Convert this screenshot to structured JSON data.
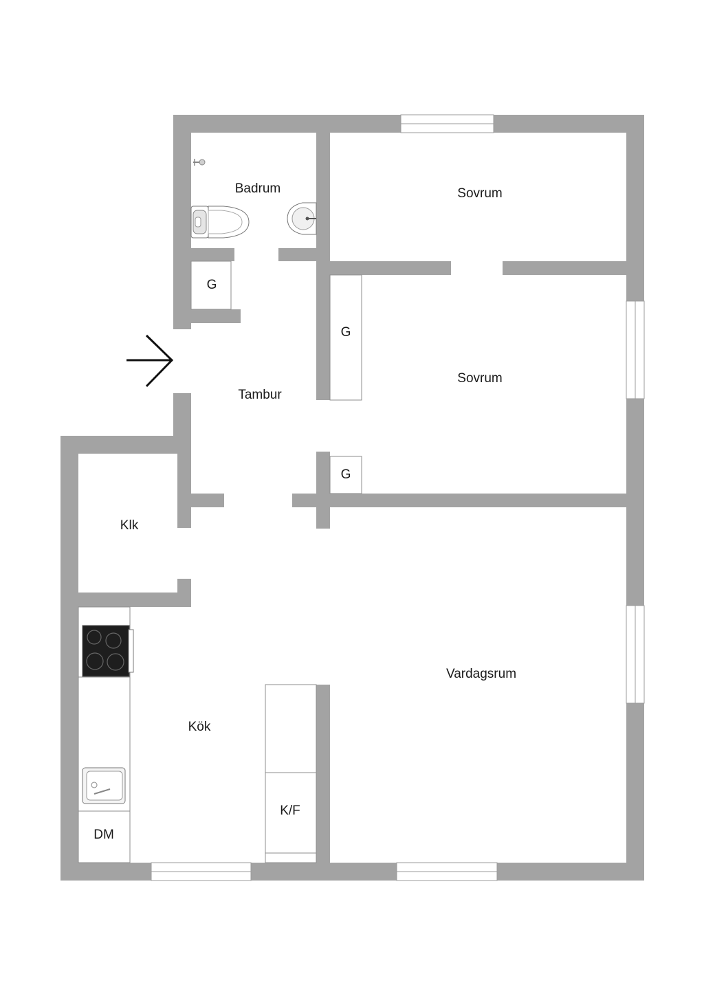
{
  "rooms": {
    "badrum": "Badrum",
    "sovrum_top": "Sovrum",
    "sovrum_middle": "Sovrum",
    "tambur": "Tambur",
    "klk": "Klk",
    "kok": "Kök",
    "vardagsrum": "Vardagsrum"
  },
  "fixtures": {
    "closet_tambur": "G",
    "closet_sovrum_tall": "G",
    "closet_sovrum_small": "G",
    "fridge_freezer": "K/F",
    "dishwasher": "DM"
  },
  "colors": {
    "wall": "#a3a3a3",
    "background": "#ffffff",
    "stove": "#1e1e1e"
  }
}
